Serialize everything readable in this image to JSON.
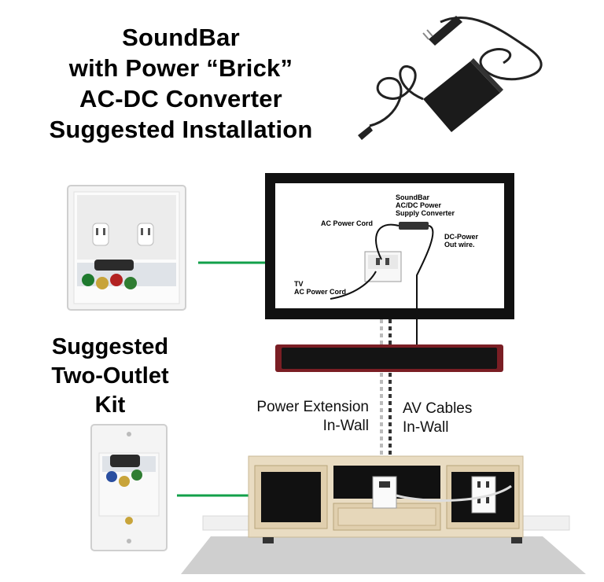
{
  "title": {
    "line1": "SoundBar",
    "line2": "with Power “Brick”",
    "line3": "AC-DC Converter",
    "line4": "Suggested Installation"
  },
  "kit_title": {
    "line1": "Suggested",
    "line2": "Two-Outlet",
    "line3": "Kit"
  },
  "tv_labels": {
    "soundbar_converter_line1": "SoundBar",
    "soundbar_converter_line2": "AC/DC Power",
    "soundbar_converter_line3": "Supply Converter",
    "ac_power_cord": "AC Power Cord",
    "dc_power_line1": "DC-Power",
    "dc_power_line2": "Out wire.",
    "tv_cord_line1": "TV",
    "tv_cord_line2": "AC Power Cord"
  },
  "wall_labels": {
    "power_extension_line1": "Power Extension",
    "power_extension_line2": "In-Wall",
    "av_cables_line1": "AV Cables",
    "av_cables_line2": "In-Wall"
  },
  "colors": {
    "connector_line": "#12a04a",
    "tv_frame": "#111111",
    "soundbar_trim": "#7a1e24",
    "cabinet_wood": "#e9dcc2",
    "floor_gray": "#cfcfcf"
  },
  "icons": [
    "power-adapter-icon",
    "two-outlet-kit-icon",
    "single-outlet-kit-icon",
    "tv-icon",
    "soundbar-icon",
    "media-cabinet-icon"
  ]
}
